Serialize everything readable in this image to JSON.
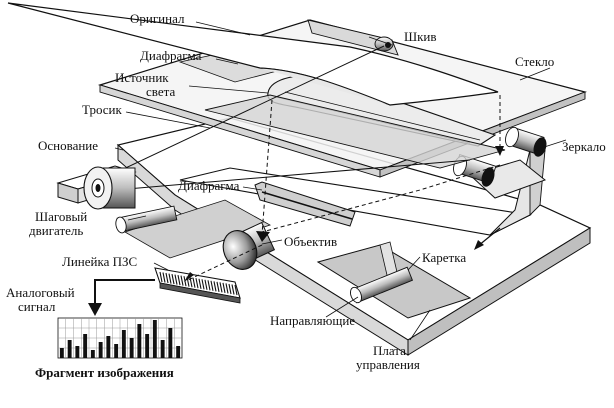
{
  "labels": {
    "original": "Оригинал",
    "pulley": "Шкив",
    "diaphragm_top": "Диафрагма",
    "glass": "Стекло",
    "light_source_1": "Источник",
    "light_source_2": "света",
    "cable": "Тросик",
    "base": "Основание",
    "mirror": "Зеркало",
    "diaphragm_mid": "Диафрагма",
    "stepper_1": "Шаговый",
    "stepper_2": "двигатель",
    "lens": "Объектив",
    "carriage": "Каретка",
    "ccd_line": "Линейка ПЗС",
    "analog_1": "Аналоговый",
    "analog_2": "сигнал",
    "guides": "Направляющие",
    "board_1": "Плата",
    "board_2": "управления",
    "image_fragment": "Фрагмент изображения"
  },
  "fragment_bars": [
    0.25,
    0.45,
    0.3,
    0.6,
    0.2,
    0.4,
    0.55,
    0.35,
    0.7,
    0.5,
    0.85,
    0.6,
    0.95,
    0.45,
    0.75,
    0.3
  ]
}
